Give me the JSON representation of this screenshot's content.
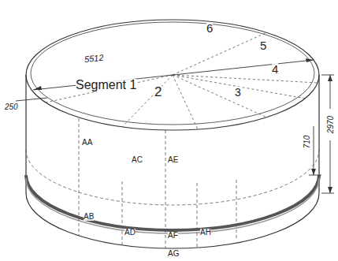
{
  "diagram": {
    "labels": [
      "6",
      "5",
      "5512",
      "4",
      "3",
      "Segment 1",
      "2",
      "250",
      "AA",
      "AC",
      "AE",
      "2970",
      "710",
      "AB",
      "AD",
      "AF",
      "AH",
      "AG"
    ]
  }
}
